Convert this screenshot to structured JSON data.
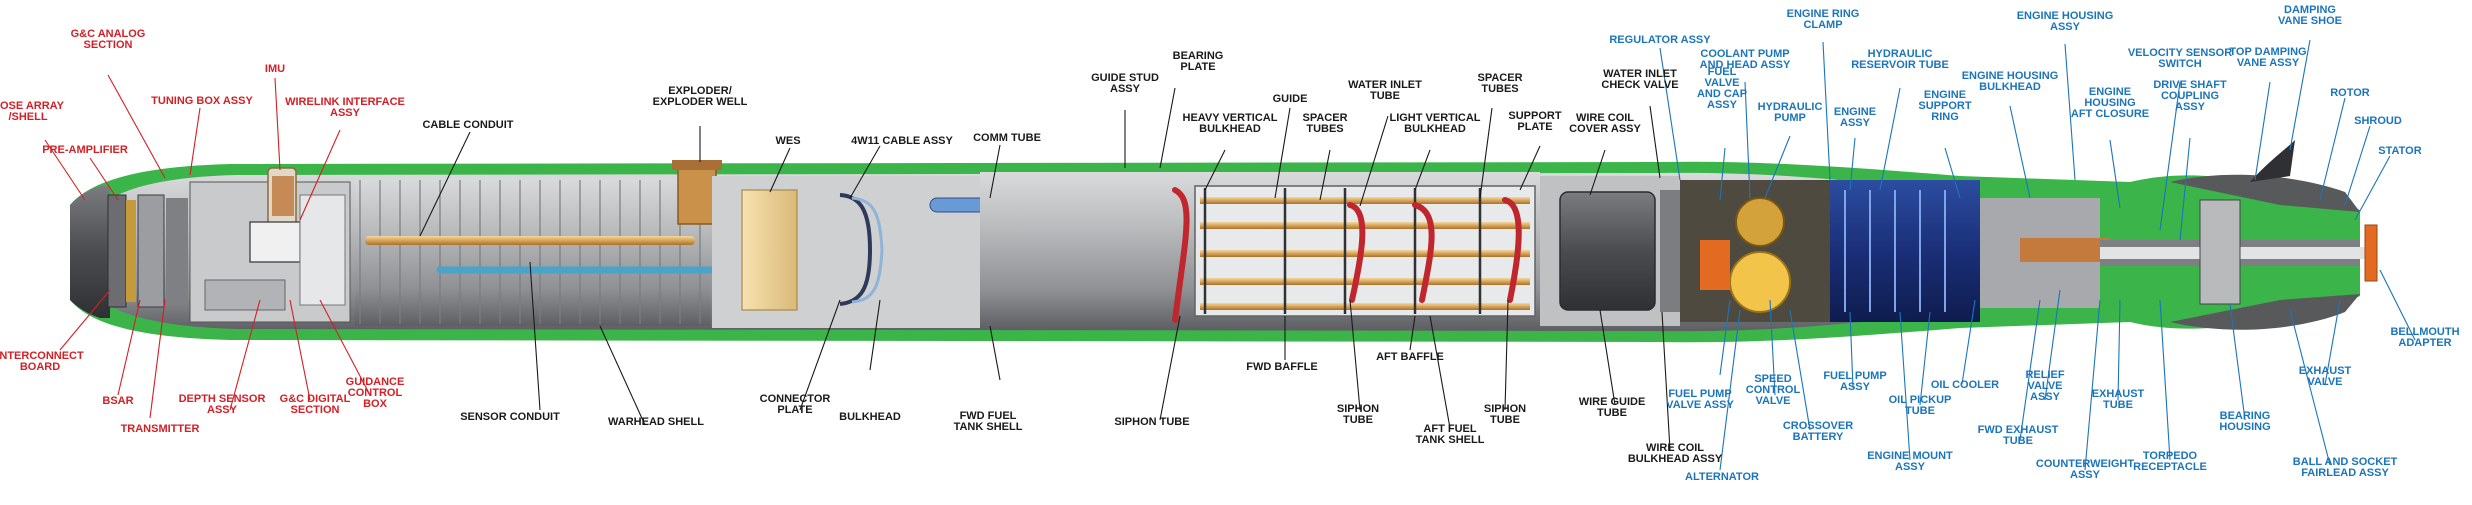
{
  "colors": {
    "red_group": "#d41f26",
    "black_group": "#1a1a1a",
    "blue_group": "#1b75bb",
    "hull_green": "#3bb54a",
    "hull_gray": "#a7a9ac",
    "hull_dark": "#58595b"
  },
  "labels": {
    "red": [
      {
        "id": "nose-array-shell",
        "lines": [
          "NOSE ARRAY",
          "/SHELL"
        ]
      },
      {
        "id": "gc-analog-section",
        "lines": [
          "G&C ANALOG",
          "SECTION"
        ]
      },
      {
        "id": "pre-amplifier",
        "lines": [
          "PRE-AMPLIFIER"
        ]
      },
      {
        "id": "tuning-box-assy",
        "lines": [
          "TUNING BOX ASSY"
        ]
      },
      {
        "id": "imu",
        "lines": [
          "IMU"
        ]
      },
      {
        "id": "wirelink-interface-assy",
        "lines": [
          "WIRELINK INTERFACE",
          "ASSY"
        ]
      },
      {
        "id": "interconnect-board",
        "lines": [
          "INTERCONNECT",
          "BOARD"
        ]
      },
      {
        "id": "bsar",
        "lines": [
          "BSAR"
        ]
      },
      {
        "id": "transmitter",
        "lines": [
          "TRANSMITTER"
        ]
      },
      {
        "id": "depth-sensor-assy",
        "lines": [
          "DEPTH SENSOR",
          "ASSY"
        ]
      },
      {
        "id": "gc-digital-section",
        "lines": [
          "G&C DIGITAL",
          "SECTION"
        ]
      },
      {
        "id": "guidance-control-box",
        "lines": [
          "GUIDANCE",
          "CONTROL",
          "BOX"
        ]
      }
    ],
    "black": [
      {
        "id": "cable-conduit",
        "lines": [
          "CABLE CONDUIT"
        ]
      },
      {
        "id": "exploder-well",
        "lines": [
          "EXPLODER/",
          "EXPLODER WELL"
        ]
      },
      {
        "id": "wes",
        "lines": [
          "WES"
        ]
      },
      {
        "id": "4w11-cable-assy",
        "lines": [
          "4W11 CABLE ASSY"
        ]
      },
      {
        "id": "comm-tube",
        "lines": [
          "COMM TUBE"
        ]
      },
      {
        "id": "guide-stud-assy",
        "lines": [
          "GUIDE STUD",
          "ASSY"
        ]
      },
      {
        "id": "bearing-plate",
        "lines": [
          "BEARING",
          "PLATE"
        ]
      },
      {
        "id": "heavy-vertical-bulkhead",
        "lines": [
          "HEAVY VERTICAL",
          "BULKHEAD"
        ]
      },
      {
        "id": "guide",
        "lines": [
          "GUIDE"
        ]
      },
      {
        "id": "spacer-tubes-1",
        "lines": [
          "SPACER",
          "TUBES"
        ]
      },
      {
        "id": "water-inlet-tube",
        "lines": [
          "WATER INLET",
          "TUBE"
        ]
      },
      {
        "id": "light-vertical-bulkhead",
        "lines": [
          "LIGHT VERTICAL",
          "BULKHEAD"
        ]
      },
      {
        "id": "spacer-tubes-2",
        "lines": [
          "SPACER",
          "TUBES"
        ]
      },
      {
        "id": "support-plate",
        "lines": [
          "SUPPORT",
          "PLATE"
        ]
      },
      {
        "id": "wire-coil-cover-assy",
        "lines": [
          "WIRE COIL",
          "COVER ASSY"
        ]
      },
      {
        "id": "water-inlet-check-valve",
        "lines": [
          "WATER INLET",
          "CHECK VALVE"
        ]
      },
      {
        "id": "sensor-conduit",
        "lines": [
          "SENSOR CONDUIT"
        ]
      },
      {
        "id": "warhead-shell",
        "lines": [
          "WARHEAD SHELL"
        ]
      },
      {
        "id": "connector-plate",
        "lines": [
          "CONNECTOR",
          "PLATE"
        ]
      },
      {
        "id": "bulkhead",
        "lines": [
          "BULKHEAD"
        ]
      },
      {
        "id": "fwd-fuel-tank-shell",
        "lines": [
          "FWD FUEL",
          "TANK SHELL"
        ]
      },
      {
        "id": "siphon-tube-1",
        "lines": [
          "SIPHON TUBE"
        ]
      },
      {
        "id": "fwd-baffle",
        "lines": [
          "FWD BAFFLE"
        ]
      },
      {
        "id": "siphon-tube-2",
        "lines": [
          "SIPHON",
          "TUBE"
        ]
      },
      {
        "id": "aft-baffle",
        "lines": [
          "AFT BAFFLE"
        ]
      },
      {
        "id": "aft-fuel-tank-shell",
        "lines": [
          "AFT FUEL",
          "TANK SHELL"
        ]
      },
      {
        "id": "siphon-tube-3",
        "lines": [
          "SIPHON",
          "TUBE"
        ]
      },
      {
        "id": "wire-guide-tube",
        "lines": [
          "WIRE GUIDE",
          "TUBE"
        ]
      },
      {
        "id": "wire-coil-bulkhead-assy",
        "lines": [
          "WIRE COIL",
          "BULKHEAD ASSY"
        ]
      }
    ],
    "blue": [
      {
        "id": "regulator-assy",
        "lines": [
          "REGULATOR ASSY"
        ]
      },
      {
        "id": "coolant-pump-head-assy",
        "lines": [
          "COOLANT PUMP",
          "AND HEAD ASSY"
        ]
      },
      {
        "id": "fuel-valve-cap-assy",
        "lines": [
          "FUEL",
          "VALVE",
          "AND CAP",
          "ASSY"
        ]
      },
      {
        "id": "engine-ring-clamp",
        "lines": [
          "ENGINE RING",
          "CLAMP"
        ]
      },
      {
        "id": "hydraulic-pump",
        "lines": [
          "HYDRAULIC",
          "PUMP"
        ]
      },
      {
        "id": "hydraulic-reservoir-tube",
        "lines": [
          "HYDRAULIC",
          "RESERVOIR TUBE"
        ]
      },
      {
        "id": "engine-assy",
        "lines": [
          "ENGINE",
          "ASSY"
        ]
      },
      {
        "id": "engine-support-ring",
        "lines": [
          "ENGINE",
          "SUPPORT",
          "RING"
        ]
      },
      {
        "id": "engine-housing-bulkhead",
        "lines": [
          "ENGINE HOUSING",
          "BULKHEAD"
        ]
      },
      {
        "id": "engine-housing-assy",
        "lines": [
          "ENGINE HOUSING",
          "ASSY"
        ]
      },
      {
        "id": "engine-housing-aft-closure",
        "lines": [
          "ENGINE",
          "HOUSING",
          "AFT CLOSURE"
        ]
      },
      {
        "id": "velocity-sensor-switch",
        "lines": [
          "VELOCITY SENSOR",
          "SWITCH"
        ]
      },
      {
        "id": "drive-shaft-coupling-assy",
        "lines": [
          "DRIVE SHAFT",
          "COUPLING",
          "ASSY"
        ]
      },
      {
        "id": "top-damping-vane-assy",
        "lines": [
          "TOP DAMPING",
          "VANE ASSY"
        ]
      },
      {
        "id": "damping-vane-shoe",
        "lines": [
          "DAMPING",
          "VANE SHOE"
        ]
      },
      {
        "id": "rotor",
        "lines": [
          "ROTOR"
        ]
      },
      {
        "id": "shroud",
        "lines": [
          "SHROUD"
        ]
      },
      {
        "id": "stator",
        "lines": [
          "STATOR"
        ]
      },
      {
        "id": "fuel-pump-valve-assy",
        "lines": [
          "FUEL PUMP",
          "VALVE ASSY"
        ]
      },
      {
        "id": "alternator",
        "lines": [
          "ALTERNATOR"
        ]
      },
      {
        "id": "speed-control-valve",
        "lines": [
          "SPEED",
          "CONTROL",
          "VALVE"
        ]
      },
      {
        "id": "crossover-battery",
        "lines": [
          "CROSSOVER",
          "BATTERY"
        ]
      },
      {
        "id": "fuel-pump-assy",
        "lines": [
          "FUEL PUMP",
          "ASSY"
        ]
      },
      {
        "id": "engine-mount-assy",
        "lines": [
          "ENGINE MOUNT",
          "ASSY"
        ]
      },
      {
        "id": "oil-pickup-tube",
        "lines": [
          "OIL PICKUP",
          "TUBE"
        ]
      },
      {
        "id": "oil-cooler",
        "lines": [
          "OIL COOLER"
        ]
      },
      {
        "id": "fwd-exhaust-tube",
        "lines": [
          "FWD EXHAUST",
          "TUBE"
        ]
      },
      {
        "id": "relief-valve-assy",
        "lines": [
          "RELIEF",
          "VALVE",
          "ASSY"
        ]
      },
      {
        "id": "counterweight-assy",
        "lines": [
          "COUNTERWEIGHT",
          "ASSY"
        ]
      },
      {
        "id": "exhaust-tube",
        "lines": [
          "EXHAUST",
          "TUBE"
        ]
      },
      {
        "id": "torpedo-receptacle",
        "lines": [
          "TORPEDO",
          "RECEPTACLE"
        ]
      },
      {
        "id": "bearing-housing",
        "lines": [
          "BEARING",
          "HOUSING"
        ]
      },
      {
        "id": "ball-socket-fairlead-assy",
        "lines": [
          "BALL AND SOCKET",
          "FAIRLEAD ASSY"
        ]
      },
      {
        "id": "exhaust-valve",
        "lines": [
          "EXHAUST",
          "VALVE"
        ]
      },
      {
        "id": "bellmouth-adapter",
        "lines": [
          "BELLMOUTH",
          "ADAPTER"
        ]
      }
    ]
  }
}
